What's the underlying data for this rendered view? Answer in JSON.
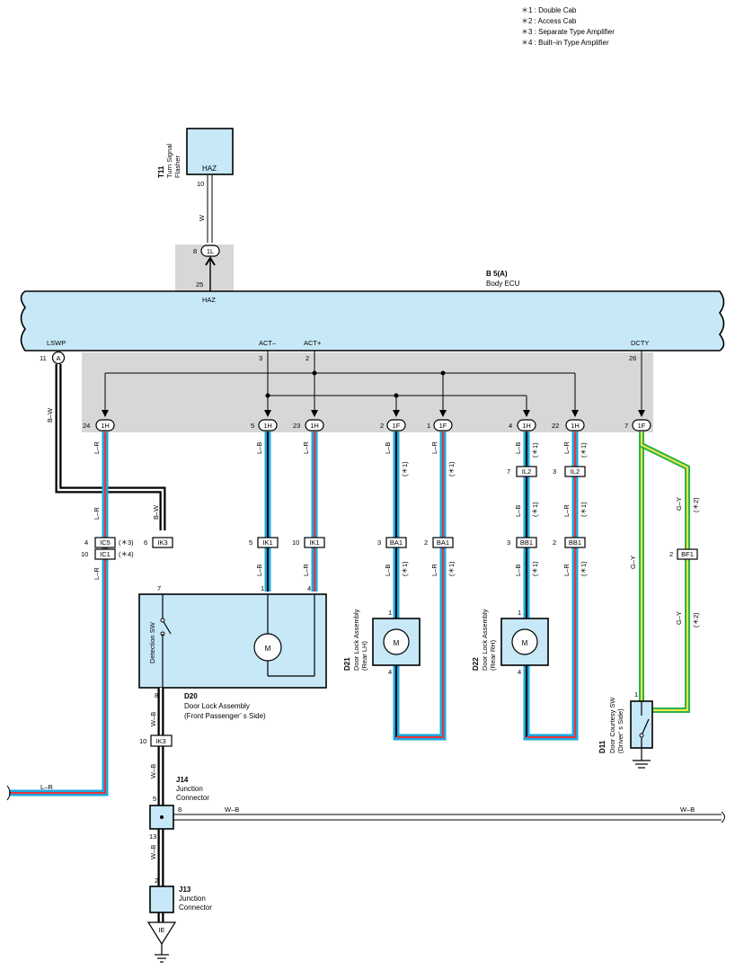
{
  "notes": [
    "＊1 : Double Cab",
    "＊2 : Access Cab",
    "＊3 : Separate Type Amplifier",
    "＊4 : Built–in Type Amplifier"
  ],
  "flasher": {
    "code": "T11",
    "name_l1": "Turn Signal",
    "name_l2": "Flasher",
    "terminal": "HAZ",
    "pin": "10",
    "wire": "W"
  },
  "ecu": {
    "code": "B 5(A)",
    "name": "Body ECU",
    "haz": "HAZ",
    "haz_pin": "25",
    "conn_1l": "1L",
    "conn_1l_pin": "8",
    "lswp": "LSWP",
    "lswp_pin": "11",
    "lswp_mark": "A",
    "act_minus": "ACT–",
    "act_minus_pin": "3",
    "act_plus": "ACT+",
    "act_plus_pin": "2",
    "dcty": "DCTY",
    "dcty_pin": "26"
  },
  "junctions": [
    {
      "pin": "24",
      "code": "1H"
    },
    {
      "pin": "5",
      "code": "1H"
    },
    {
      "pin": "23",
      "code": "1H"
    },
    {
      "pin": "2",
      "code": "1F"
    },
    {
      "pin": "1",
      "code": "1F"
    },
    {
      "pin": "4",
      "code": "1H"
    },
    {
      "pin": "22",
      "code": "1H"
    },
    {
      "pin": "7",
      "code": "1F"
    }
  ],
  "wires": {
    "bw": "B–W",
    "lr": "L–R",
    "lb": "L–B",
    "wb": "W–B",
    "gy": "G–Y",
    "star1": "(＊1)",
    "star2": "(＊2)"
  },
  "connectors": {
    "ic5": {
      "pin": "4",
      "code": "IC5",
      "note": "(＊3)"
    },
    "ic1": {
      "pin": "10",
      "code": "IC1",
      "note": "(＊4)"
    },
    "ik3_top": {
      "pin": "6",
      "code": "IK3"
    },
    "ik1_a": {
      "pin": "5",
      "code": "IK1"
    },
    "ik1_b": {
      "pin": "10",
      "code": "IK1"
    },
    "ba1_a": {
      "pin": "3",
      "code": "BA1"
    },
    "ba1_b": {
      "pin": "2",
      "code": "BA1"
    },
    "il2_a": {
      "pin": "7",
      "code": "IL2"
    },
    "il2_b": {
      "pin": "3",
      "code": "IL2"
    },
    "bb1_a": {
      "pin": "3",
      "code": "BB1"
    },
    "bb1_b": {
      "pin": "2",
      "code": "BB1"
    },
    "bf1": {
      "pin": "2",
      "code": "BF1"
    },
    "ik3_bot": {
      "pin": "10",
      "code": "IK3"
    }
  },
  "d20": {
    "code": "D20",
    "name_l1": "Door Lock Assembly",
    "name_l2": "(Front Passenger’ s Side)",
    "switch": "Detection SW",
    "motor": "M",
    "pin7": "7",
    "pin1": "1",
    "pin4": "4",
    "pin8": "8"
  },
  "d21": {
    "code": "D21",
    "name_l1": "Door Lock Assembly",
    "name_l2": "(Rear LH)",
    "motor": "M",
    "pin1": "1",
    "pin4": "4"
  },
  "d22": {
    "code": "D22",
    "name_l1": "Door Lock Assembly",
    "name_l2": "(Rear RH)",
    "motor": "M",
    "pin1": "1",
    "pin4": "4"
  },
  "d11": {
    "code": "D11",
    "name_l1": "Door Courtesy SW",
    "name_l2": "(Driver’ s Side)",
    "pin": "1"
  },
  "j14": {
    "code": "J14",
    "name_l1": "Junction",
    "name_l2": "Connector",
    "pin5": "5",
    "pin8": "8",
    "pin13": "13"
  },
  "j13": {
    "code": "J13",
    "name_l1": "Junction",
    "name_l2": "Connector",
    "pin": "2"
  },
  "ground": {
    "label": "IE"
  },
  "colors": {
    "component_fill": "#c6e8f7",
    "shade": "#d7d7d7",
    "wire_blue": "#1ea7dc",
    "wire_red": "#e8353a",
    "wire_green": "#2db24a",
    "wire_yellow": "#f3e64a"
  }
}
